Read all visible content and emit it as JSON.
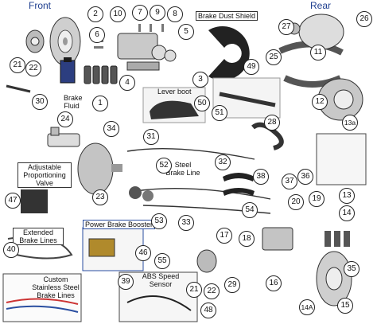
{
  "headers": {
    "front": "Front",
    "rear": "Rear"
  },
  "labels": {
    "brake_dust_shield": "Brake Dust Shield",
    "lever_boot": "Lever boot",
    "brake_fluid_l1": "Brake",
    "brake_fluid_l2": "Fluid",
    "adj_prop_l1": "Adjustable",
    "adj_prop_l2": "Proportioning",
    "adj_prop_l3": "Valve",
    "ext_lines_l1": "Extended",
    "ext_lines_l2": "Brake Lines",
    "steel_line_l1": "Steel",
    "steel_line_l2": "Brake Line",
    "power_booster": "Power Brake Booster",
    "abs_l1": "ABS Speed",
    "abs_l2": "Sensor",
    "custom_l1": "Custom",
    "custom_l2": "Stainless Steel",
    "custom_l3": "Brake Lines"
  },
  "callouts": [
    "2",
    "10",
    "7",
    "9",
    "8",
    "6",
    "5",
    "3",
    "4",
    "1",
    "21",
    "22",
    "30",
    "24",
    "34",
    "31",
    "32",
    "23",
    "47",
    "40",
    "52",
    "53",
    "33",
    "46",
    "55",
    "39",
    "21",
    "22",
    "48",
    "29",
    "49",
    "27",
    "26",
    "25",
    "11",
    "12",
    "50",
    "51",
    "28",
    "13a",
    "38",
    "37",
    "36",
    "13",
    "54",
    "20",
    "19",
    "14",
    "17",
    "18",
    "16",
    "35",
    "14A",
    "15"
  ]
}
